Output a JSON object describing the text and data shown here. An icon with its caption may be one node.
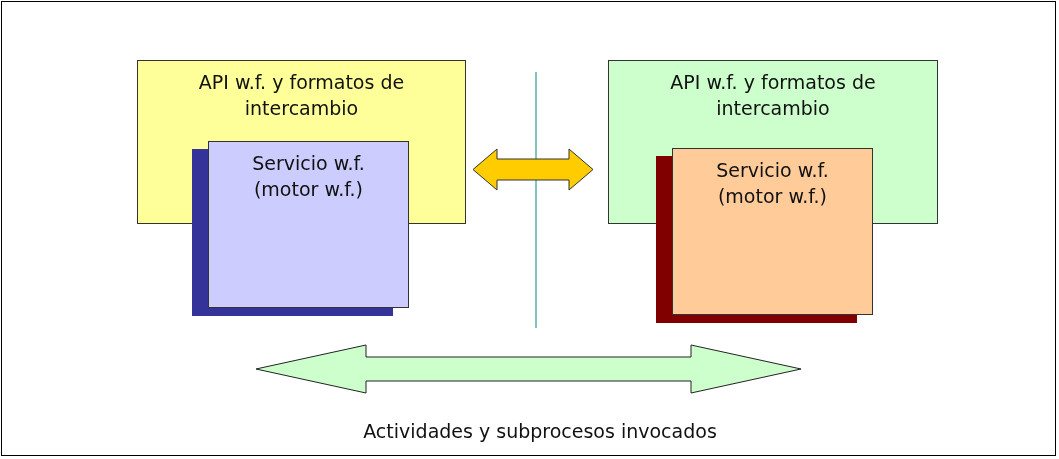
{
  "diagram": {
    "nodes": [
      {
        "text": [
          "API w.f. y formatos de intercambio"
        ]
      },
      {
        "text": [
          "Servicio w.f. (motor w.f.)"
        ]
      },
      {
        "text": [
          "API w.f. y formatos de intercambio"
        ]
      },
      {
        "text": [
          "Servicio w.f. (motor w.f.)"
        ]
      }
    ],
    "edges": [
      {
        "from": 0,
        "to": 2,
        "arrow": "both",
        "color": "#ffcc00"
      }
    ],
    "labels": [
      "Actividades y subprocesos invocados"
    ]
  }
}
